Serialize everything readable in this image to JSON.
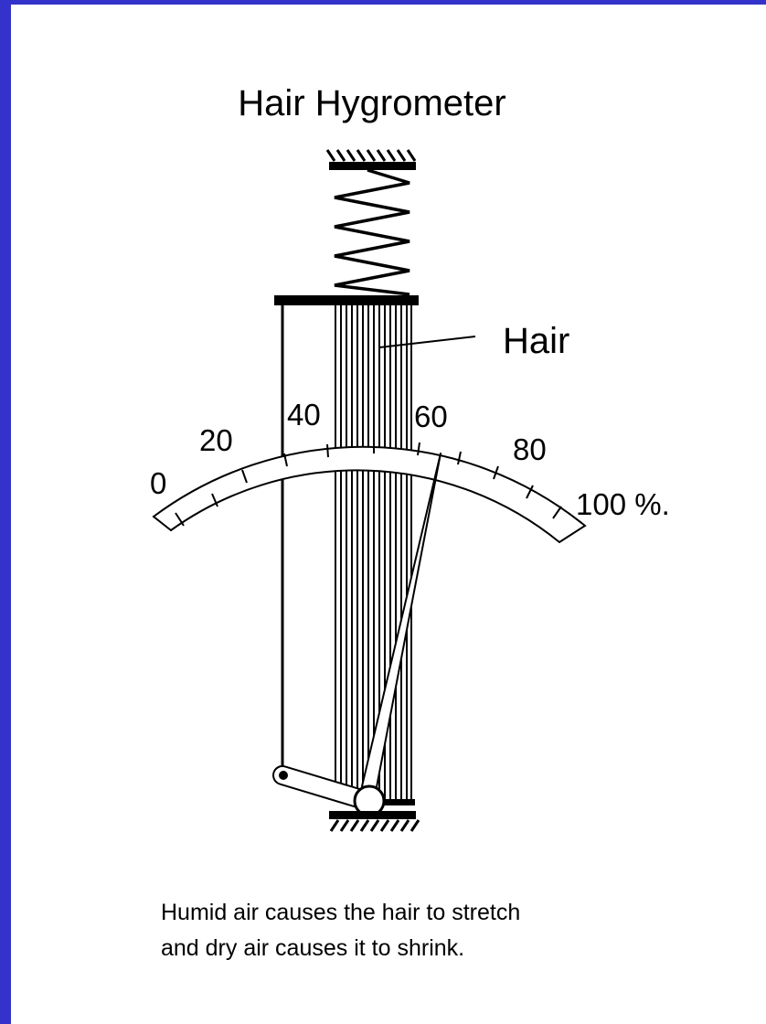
{
  "title": "Hair Hygrometer",
  "hair_label": "Hair",
  "scale": {
    "labels": [
      "0",
      "20",
      "40",
      "60",
      "80",
      "100 %."
    ]
  },
  "caption": {
    "line1": "Humid air causes the hair to stretch",
    "line2": "and dry air causes it to shrink."
  },
  "colors": {
    "border": "#3333cc",
    "background": "#ffffff",
    "ink": "#000000"
  }
}
